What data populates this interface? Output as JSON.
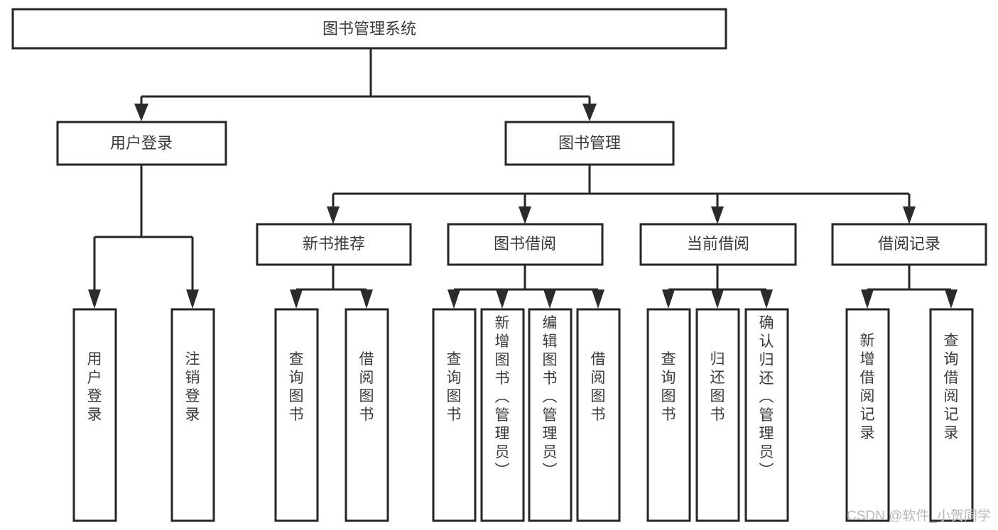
{
  "diagram": {
    "type": "tree-hierarchy",
    "title": "图书管理系统",
    "watermark": "CSDN @软件_小贺同学",
    "levels": [
      {
        "level": 1,
        "nodes": [
          {
            "id": "root",
            "label": "图书管理系统",
            "orientation": "horizontal"
          }
        ]
      },
      {
        "level": 2,
        "nodes": [
          {
            "id": "login",
            "label": "用户登录",
            "orientation": "horizontal",
            "parent": "root"
          },
          {
            "id": "bookmgmt",
            "label": "图书管理",
            "orientation": "horizontal",
            "parent": "root"
          }
        ]
      },
      {
        "level": 3,
        "nodes": [
          {
            "id": "newbook",
            "label": "新书推荐",
            "orientation": "horizontal",
            "parent": "bookmgmt"
          },
          {
            "id": "borrow",
            "label": "图书借阅",
            "orientation": "horizontal",
            "parent": "bookmgmt"
          },
          {
            "id": "current",
            "label": "当前借阅",
            "orientation": "horizontal",
            "parent": "bookmgmt"
          },
          {
            "id": "records",
            "label": "借阅记录",
            "orientation": "horizontal",
            "parent": "bookmgmt"
          }
        ]
      },
      {
        "level": 4,
        "nodes": [
          {
            "id": "leaf-login-1",
            "label": "用户登录",
            "orientation": "vertical",
            "parent": "login"
          },
          {
            "id": "leaf-login-2",
            "label": "注销登录",
            "orientation": "vertical",
            "parent": "login"
          },
          {
            "id": "leaf-newbook-1",
            "label": "查询图书",
            "orientation": "vertical",
            "parent": "newbook"
          },
          {
            "id": "leaf-newbook-2",
            "label": "借阅图书",
            "orientation": "vertical",
            "parent": "newbook"
          },
          {
            "id": "leaf-borrow-1",
            "label": "查询图书",
            "orientation": "vertical",
            "parent": "borrow"
          },
          {
            "id": "leaf-borrow-2",
            "label": "新增图书（管理员）",
            "orientation": "vertical",
            "parent": "borrow"
          },
          {
            "id": "leaf-borrow-3",
            "label": "编辑图书（管理员）",
            "orientation": "vertical",
            "parent": "borrow"
          },
          {
            "id": "leaf-borrow-4",
            "label": "借阅图书",
            "orientation": "vertical",
            "parent": "borrow"
          },
          {
            "id": "leaf-current-1",
            "label": "查询图书",
            "orientation": "vertical",
            "parent": "current"
          },
          {
            "id": "leaf-current-2",
            "label": "归还图书",
            "orientation": "vertical",
            "parent": "current"
          },
          {
            "id": "leaf-current-3",
            "label": "确认归还（管理员）",
            "orientation": "vertical",
            "parent": "current"
          },
          {
            "id": "leaf-records-1",
            "label": "新增借阅记录",
            "orientation": "vertical",
            "parent": "records"
          },
          {
            "id": "leaf-records-2",
            "label": "查询借阅记录",
            "orientation": "vertical",
            "parent": "records"
          }
        ]
      }
    ]
  },
  "colors": {
    "box_stroke": "#262626",
    "box_fill": "#ffffff",
    "text": "#3a3a3a",
    "connector": "#262626",
    "watermark": "#b9b9b9",
    "background": "#ffffff"
  }
}
